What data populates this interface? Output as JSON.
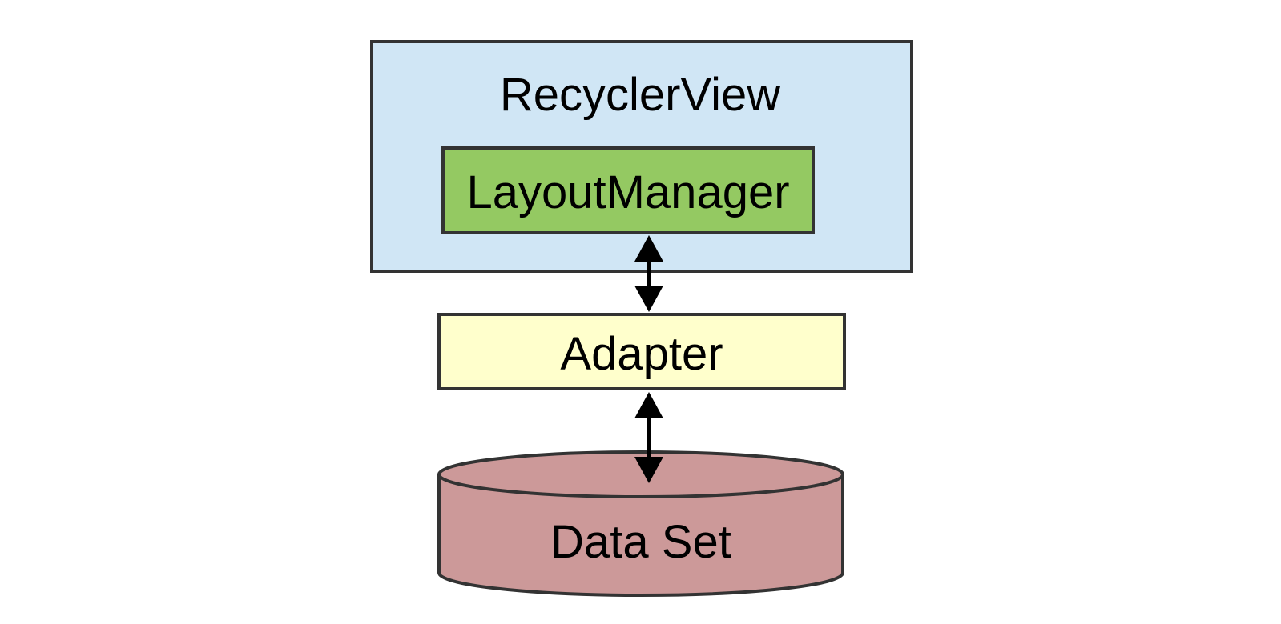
{
  "diagram": {
    "nodes": [
      {
        "id": "recyclerview",
        "label": "RecyclerView",
        "shape": "rectangle",
        "fill": "#d0e6f5",
        "contains": [
          "layoutmanager"
        ]
      },
      {
        "id": "layoutmanager",
        "label": "LayoutManager",
        "shape": "rectangle",
        "fill": "#94c962",
        "parent": "recyclerview"
      },
      {
        "id": "adapter",
        "label": "Adapter",
        "shape": "rectangle",
        "fill": "#ffffcc"
      },
      {
        "id": "dataset",
        "label": "Data Set",
        "shape": "cylinder",
        "fill": "#cc9999"
      }
    ],
    "edges": [
      {
        "from": "layoutmanager",
        "to": "adapter",
        "style": "double-headed-arrow"
      },
      {
        "from": "adapter",
        "to": "dataset",
        "style": "double-headed-arrow"
      }
    ],
    "colors": {
      "border": "#333333",
      "arrow": "#000000",
      "background": "#ffffff",
      "text": "#000000"
    }
  }
}
